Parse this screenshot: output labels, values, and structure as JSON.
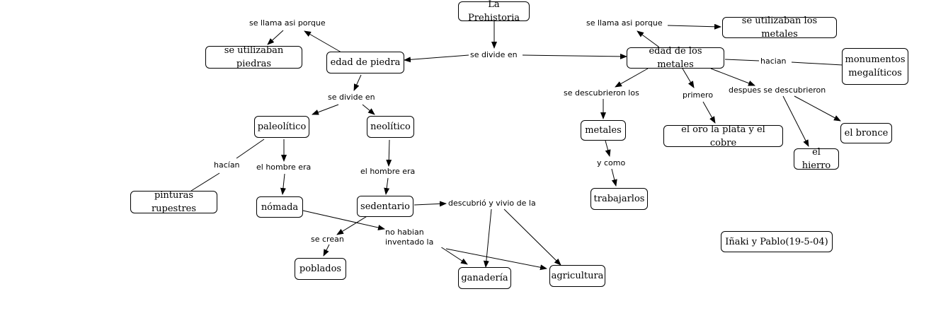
{
  "nodes": {
    "prehistoria": "La Prehistoria",
    "edad_piedra": "edad de piedra",
    "edad_metales": "edad de los metales",
    "piedras": "se utilizaban piedras",
    "metales_usados": "se utilizaban los metales",
    "monumentos": "monumentos megalíticos",
    "paleolitico": "paleolítico",
    "neolitico": "neolítico",
    "pinturas": "pinturas rupestres",
    "nomada": "nómada",
    "sedentario": "sedentario",
    "poblados": "poblados",
    "ganaderia": "ganadería",
    "agricultura": "agricultura",
    "metales": "metales",
    "trabajarlos": "trabajarlos",
    "oro": "el oro la plata y el cobre",
    "hierro": "el hierro",
    "bronce": "el bronce",
    "autores": "Iñaki y Pablo(19-5-04)"
  },
  "labels": {
    "se_divide_en_top": "se divide en",
    "se_llama_left": "se llama asi porque",
    "se_llama_right": "se llama asi porque",
    "hacian_right": "hacian",
    "se_divide_en_mid": "se divide en",
    "hacian_left": "hacían",
    "hombre_era_pal": "el hombre era",
    "hombre_era_neo": "el hombre era",
    "descubrio": "descubrió y vivio de la",
    "se_crean": "se crean",
    "no_habian": "no habian inventado la",
    "se_descubrieron": "se descubrieron los",
    "primero": "primero",
    "despues": "despues se descubrieron",
    "y_como": "y como"
  }
}
